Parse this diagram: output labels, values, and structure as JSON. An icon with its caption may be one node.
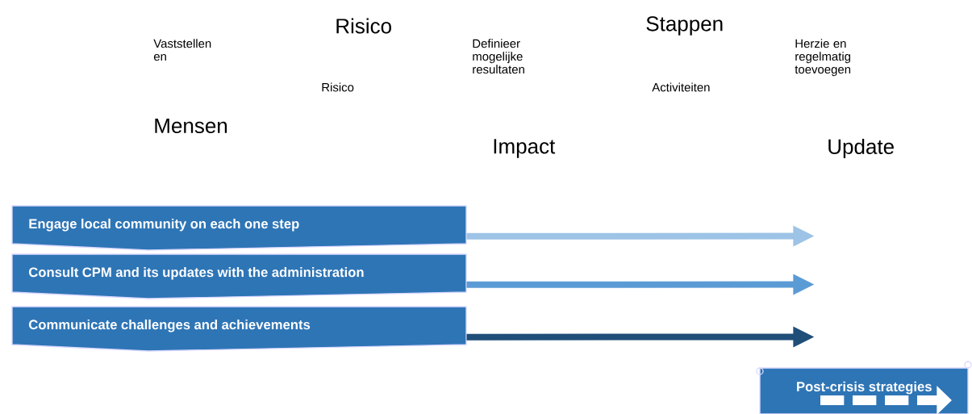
{
  "diagram": {
    "nodes": [
      {
        "text": [
          "Engage local community on each one step"
        ]
      },
      {
        "text": [
          "Consult CPM and its updates with the administration"
        ]
      },
      {
        "text": [
          "Communicate challenges and achievements"
        ]
      },
      {
        "text": [
          "Post-crisis strategies"
        ]
      }
    ],
    "edges": [
      {
        "from": 0,
        "to": null,
        "arrow": "to",
        "color": "#9dc3e6"
      },
      {
        "from": 1,
        "to": null,
        "arrow": "to",
        "color": "#5b9bd5"
      },
      {
        "from": 2,
        "to": null,
        "arrow": "to",
        "color": "#1f4e79"
      }
    ],
    "labels": [
      "Risico",
      "Stappen",
      "Vaststellen en",
      "Definieer mogelijke resultaten",
      "Herzie en regelmatig toevoegen",
      "Risico",
      "Activiteiten",
      "Mensen",
      "Impact",
      "Update"
    ]
  }
}
